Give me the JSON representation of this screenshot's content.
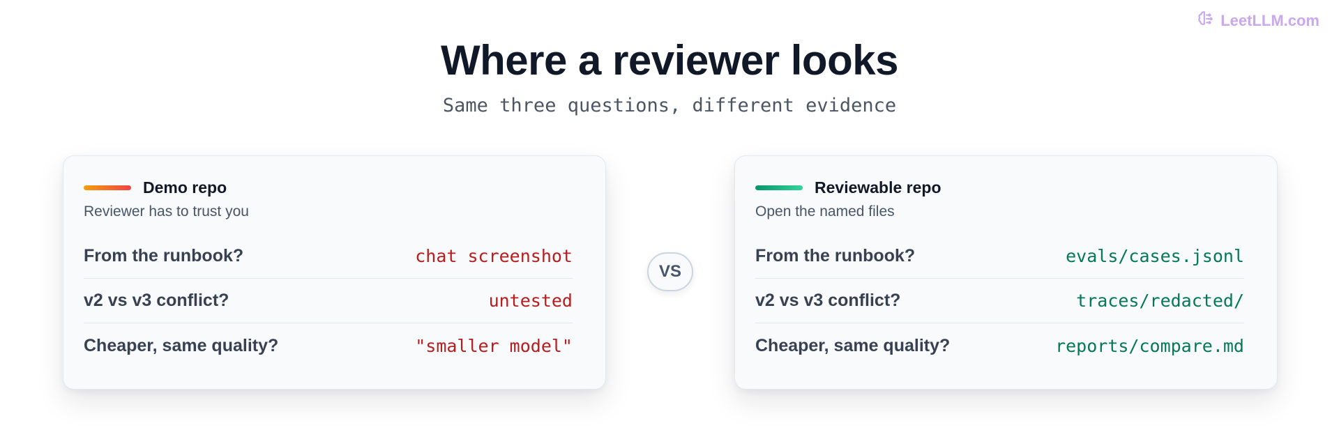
{
  "brand": {
    "name": "LeetLLM.com",
    "icon": "brain-icon",
    "color": "#c9a8ec"
  },
  "header": {
    "title": "Where a reviewer looks",
    "subtitle": "Same three questions, different evidence"
  },
  "vs_label": "VS",
  "cards": [
    {
      "title": "Demo repo",
      "subtitle": "Reviewer has to trust you",
      "accent": [
        "#f59e0b",
        "#ef4444"
      ],
      "answer_color": "#b91c1c",
      "rows": [
        {
          "question": "From the runbook?",
          "answer": "chat screenshot"
        },
        {
          "question": "v2 vs v3 conflict?",
          "answer": "untested"
        },
        {
          "question": "Cheaper, same quality?",
          "answer": "\"smaller model\""
        }
      ]
    },
    {
      "title": "Reviewable repo",
      "subtitle": "Open the named files",
      "accent": [
        "#059669",
        "#34d399"
      ],
      "answer_color": "#047857",
      "rows": [
        {
          "question": "From the runbook?",
          "answer": "evals/cases.jsonl"
        },
        {
          "question": "v2 vs v3 conflict?",
          "answer": "traces/redacted/"
        },
        {
          "question": "Cheaper, same quality?",
          "answer": "reports/compare.md"
        }
      ]
    }
  ]
}
